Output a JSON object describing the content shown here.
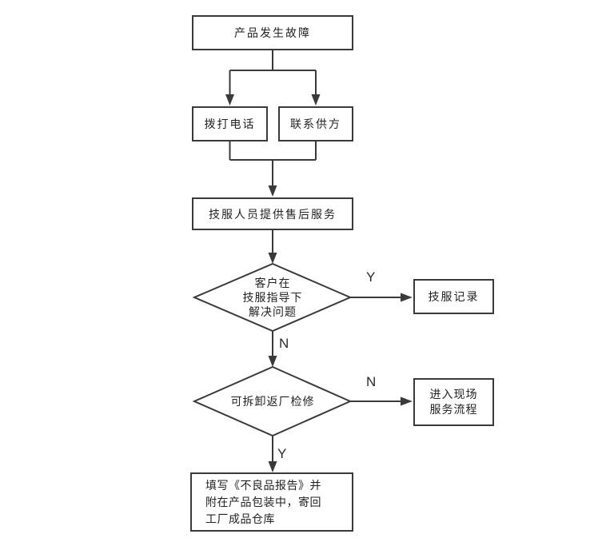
{
  "flowchart": {
    "nodes": {
      "start": {
        "label": "产品发生故障"
      },
      "call_phone": {
        "label": "拨打电话"
      },
      "contact_supplier": {
        "label": "联系供方"
      },
      "after_sales": {
        "label": "技服人员提供售后服务"
      },
      "decision_resolved": {
        "lines": [
          "客户在",
          "技服指导下",
          "解决问题"
        ]
      },
      "service_record": {
        "label": "技服记录"
      },
      "decision_returnable": {
        "label": "可拆卸返厂检修"
      },
      "onsite_service": {
        "lines": [
          "进入现场",
          "服务流程"
        ]
      },
      "defect_report": {
        "lines": [
          "填写《不良品报告》并",
          "附在产品包装中，寄回",
          "工厂成品仓库"
        ]
      }
    },
    "branch_labels": {
      "resolved_yes": "Y",
      "resolved_no": "N",
      "returnable_no": "N",
      "returnable_yes": "Y"
    },
    "colors": {
      "line": "#3a3a3a",
      "text": "#222222",
      "background": "#ffffff"
    }
  }
}
